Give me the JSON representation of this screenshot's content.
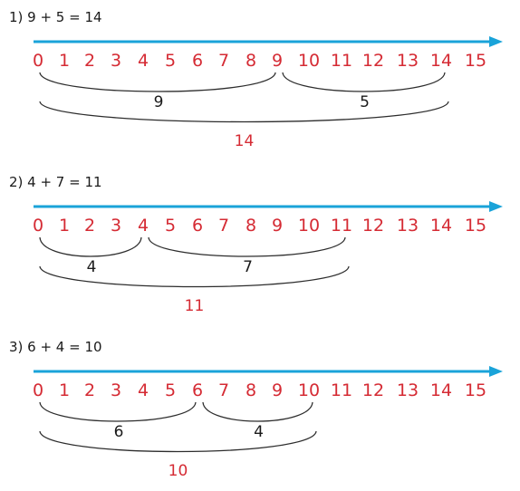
{
  "colors": {
    "axis": "#1aa3d9",
    "number": "#d52b34",
    "highlight": "#d52b34",
    "brace": "#2d2d2d",
    "text": "#1a1a1a"
  },
  "ticks": [
    "0",
    "1",
    "2",
    "3",
    "4",
    "5",
    "6",
    "7",
    "8",
    "9",
    "10",
    "11",
    "12",
    "13",
    "14",
    "15"
  ],
  "problems": [
    {
      "label": "1)  9 + 5 = 14",
      "a": 9,
      "b": 5,
      "sum": 14,
      "a_label": "9",
      "b_label": "5",
      "sum_label": "14"
    },
    {
      "label": "2)  4 + 7 = 11",
      "a": 4,
      "b": 7,
      "sum": 11,
      "a_label": "4",
      "b_label": "7",
      "sum_label": "11"
    },
    {
      "label": "3)  6 + 4 = 10",
      "a": 6,
      "b": 4,
      "sum": 10,
      "a_label": "6",
      "b_label": "4",
      "sum_label": "10"
    }
  ]
}
